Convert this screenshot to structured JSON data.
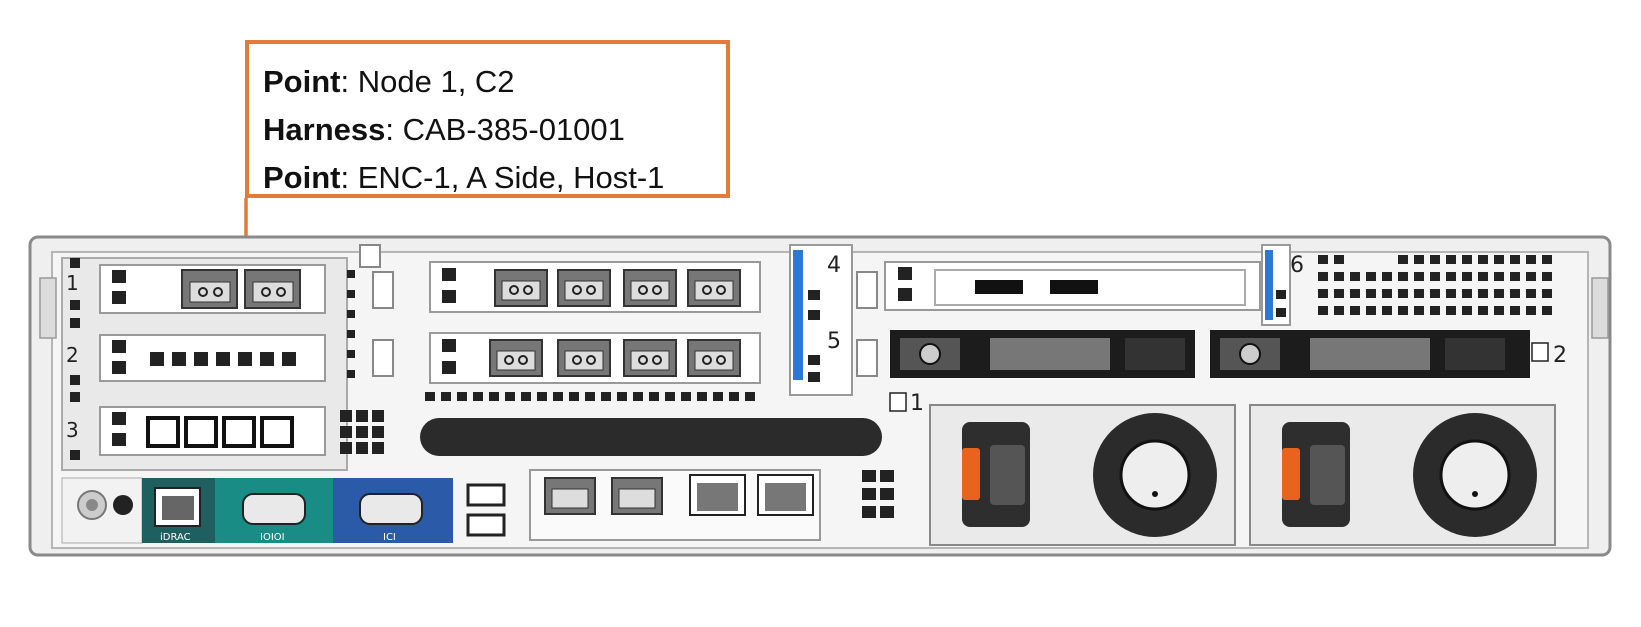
{
  "callout": {
    "lines": [
      {
        "key": "Point",
        "sep": ": ",
        "value": "Node 1, C2"
      },
      {
        "key": "Harness",
        "sep": ": ",
        "value": "CAB-385-01001"
      },
      {
        "key": "Point",
        "sep": ": ",
        "value": "ENC-1, A Side, Host-1"
      }
    ],
    "border_color": "#e07b39"
  },
  "chassis": {
    "slot_labels": [
      "1",
      "2",
      "3",
      "4",
      "5",
      "6"
    ],
    "psu_labels": [
      "1",
      "2"
    ],
    "port_labels": {
      "idrac": "iDRAC",
      "serial": "IOIOI",
      "vga": "ICI"
    },
    "colors": {
      "idrac_panel": "#1f5f5f",
      "serial_panel": "#1a8c86",
      "vga_panel": "#2a5aa8",
      "psu_handle": "#e8641e",
      "riser_tab": "#2a7ad5"
    }
  }
}
